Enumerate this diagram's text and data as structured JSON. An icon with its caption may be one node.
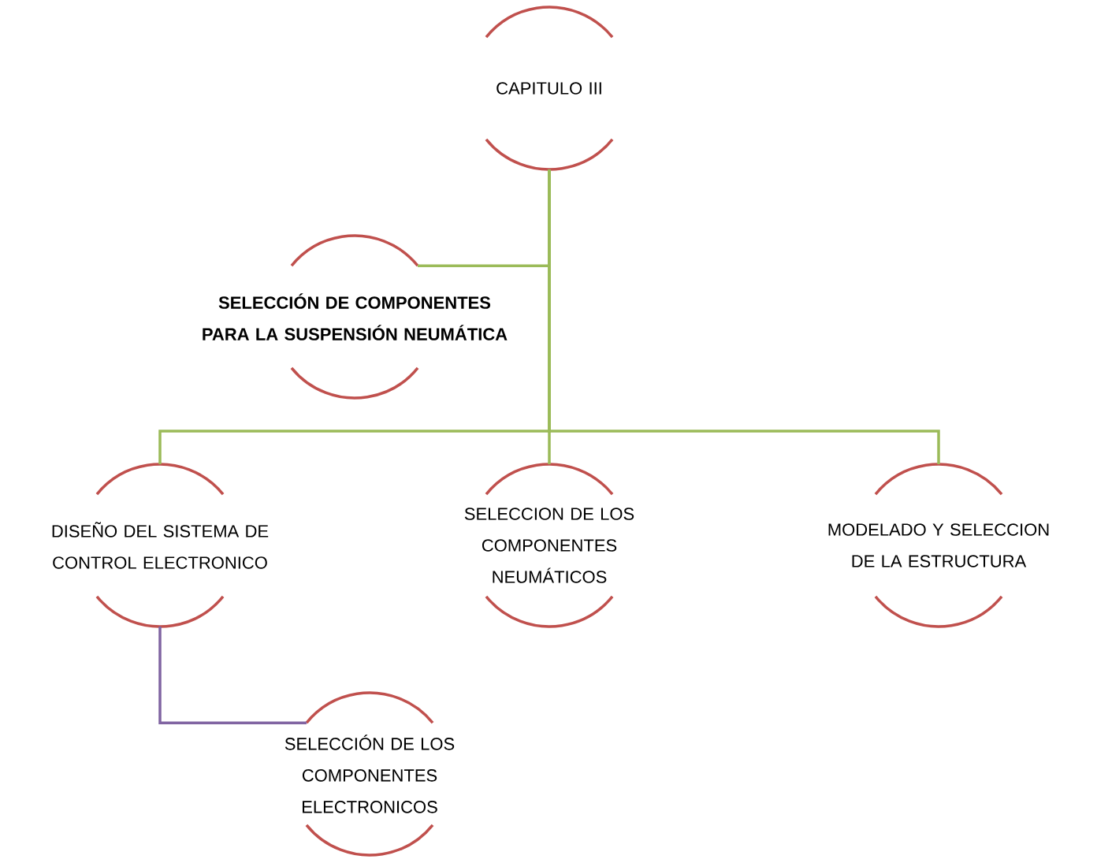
{
  "diagram": {
    "nodes": [
      {
        "text": [
          "CAPITULO III"
        ]
      },
      {
        "text": [
          "SELECCIÓN DE COMPONENTES PARA LA SUSPENSIÓN NEUMÁTICA"
        ]
      },
      {
        "text": [
          "DISEÑO DEL SISTEMA DE CONTROL ELECTRONICO"
        ]
      },
      {
        "text": [
          "SELECCION DE LOS COMPONENTES NEUMÁTICOS"
        ]
      },
      {
        "text": [
          "MODELADO Y SELECCION DE LA ESTRUCTURA"
        ]
      },
      {
        "text": [
          "SELECCIÓN  DE LOS COMPONENTES ELECTRONICOS"
        ]
      }
    ],
    "edges": [
      {
        "from": 0,
        "to": 1,
        "arrow": "none"
      },
      {
        "from": 0,
        "to": 2,
        "arrow": "none"
      },
      {
        "from": 0,
        "to": 3,
        "arrow": "none"
      },
      {
        "from": 0,
        "to": 4,
        "arrow": "none"
      },
      {
        "from": 2,
        "to": 5,
        "arrow": "none",
        "color": "#8064a2"
      }
    ]
  }
}
